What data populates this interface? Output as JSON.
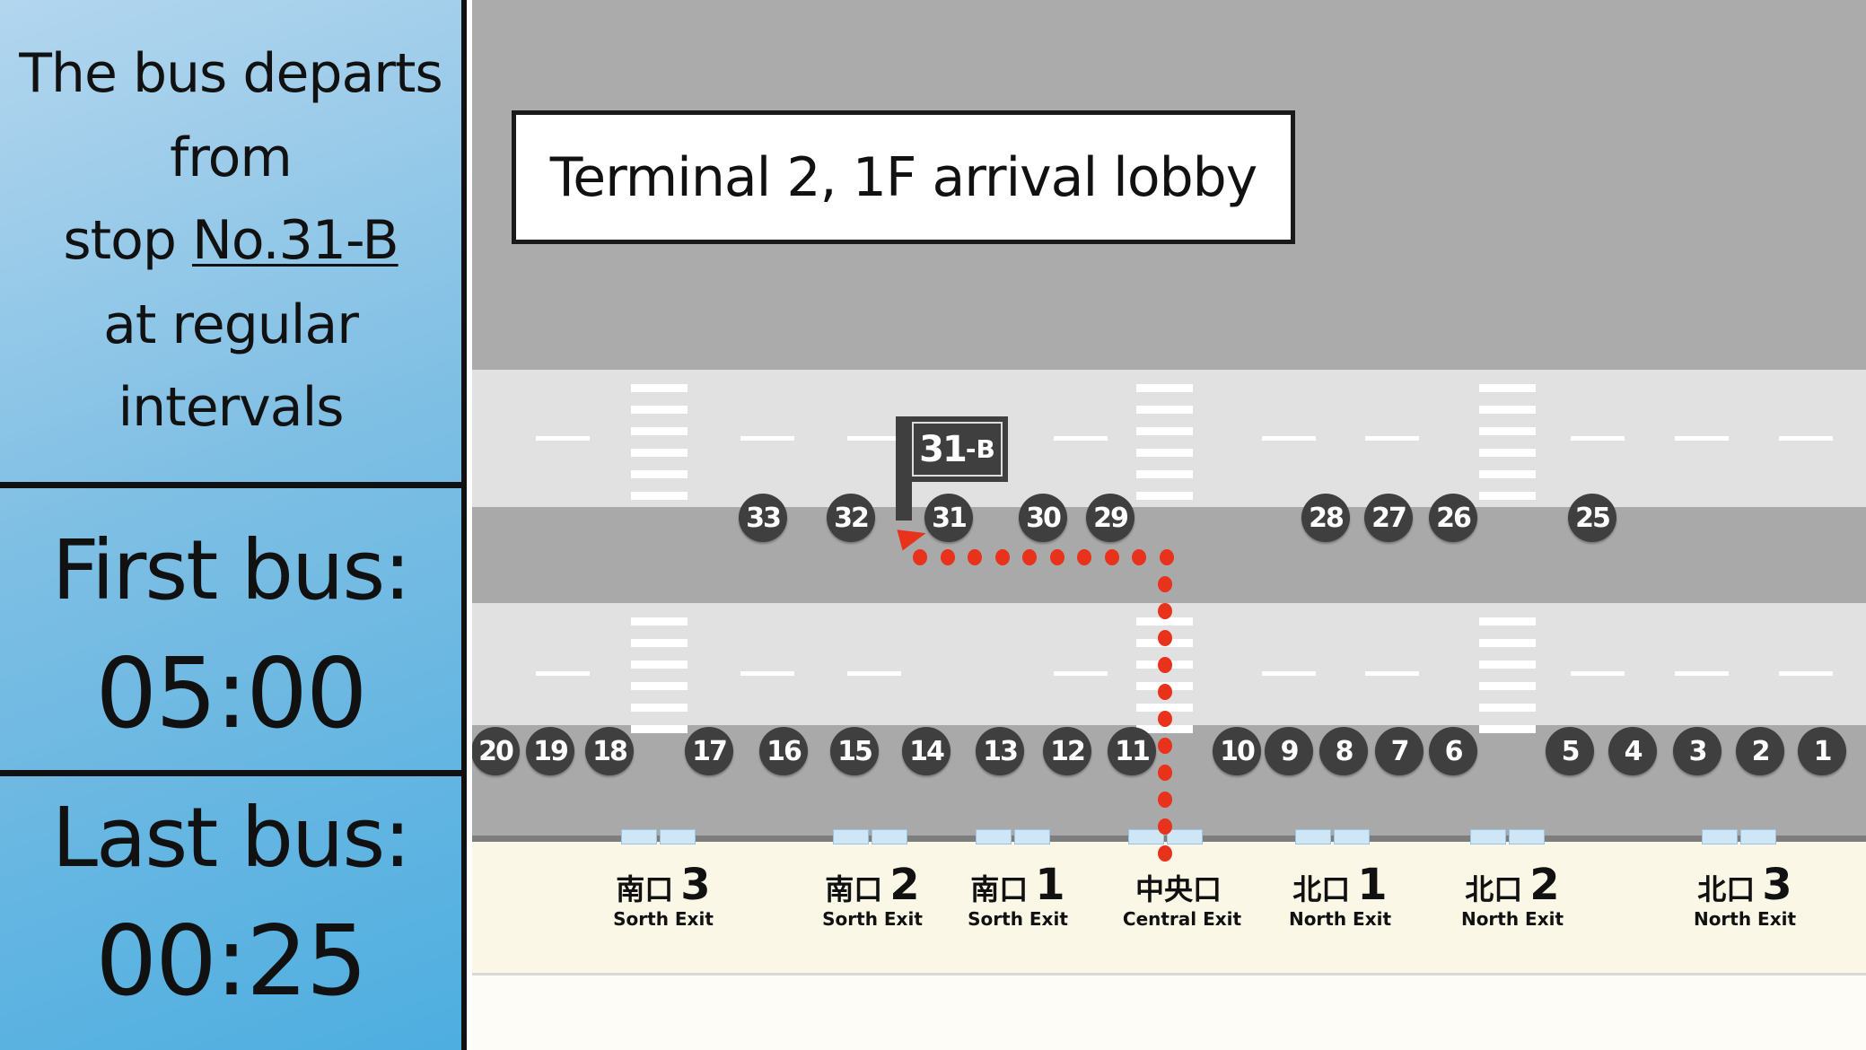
{
  "info": {
    "intro_lines": [
      "The bus departs",
      "from"
    ],
    "stop_prefix": "stop ",
    "stop_id": "No.31-B",
    "intro_lines2": [
      "at regular",
      "intervals"
    ],
    "first_label": "First bus:",
    "first_time": "05:00",
    "last_label": "Last bus:",
    "last_time": "00:25"
  },
  "map": {
    "title": "Terminal 2, 1F arrival lobby",
    "sign": {
      "num": "31",
      "suffix": "-B"
    },
    "upper_stops": [
      "33",
      "32",
      "31",
      "30",
      "29",
      "28",
      "27",
      "26",
      "25"
    ],
    "lower_stops": [
      "20",
      "19",
      "18",
      "17",
      "16",
      "15",
      "14",
      "13",
      "12",
      "11",
      "10",
      "9",
      "8",
      "7",
      "6",
      "5",
      "4",
      "3",
      "2",
      "1"
    ],
    "exits": [
      {
        "jp": "南口",
        "num": "3",
        "en": "Sorth Exit"
      },
      {
        "jp": "南口",
        "num": "2",
        "en": "Sorth Exit"
      },
      {
        "jp": "南口",
        "num": "1",
        "en": "Sorth Exit"
      },
      {
        "jp": "中央口",
        "num": "",
        "en": "Central Exit"
      },
      {
        "jp": "北口",
        "num": "1",
        "en": "North Exit"
      },
      {
        "jp": "北口",
        "num": "2",
        "en": "North Exit"
      },
      {
        "jp": "北口",
        "num": "3",
        "en": "North Exit"
      }
    ],
    "colors": {
      "route": "#e8321c",
      "stop": "#3f3f3f",
      "panel": "#6ab8e2"
    }
  }
}
